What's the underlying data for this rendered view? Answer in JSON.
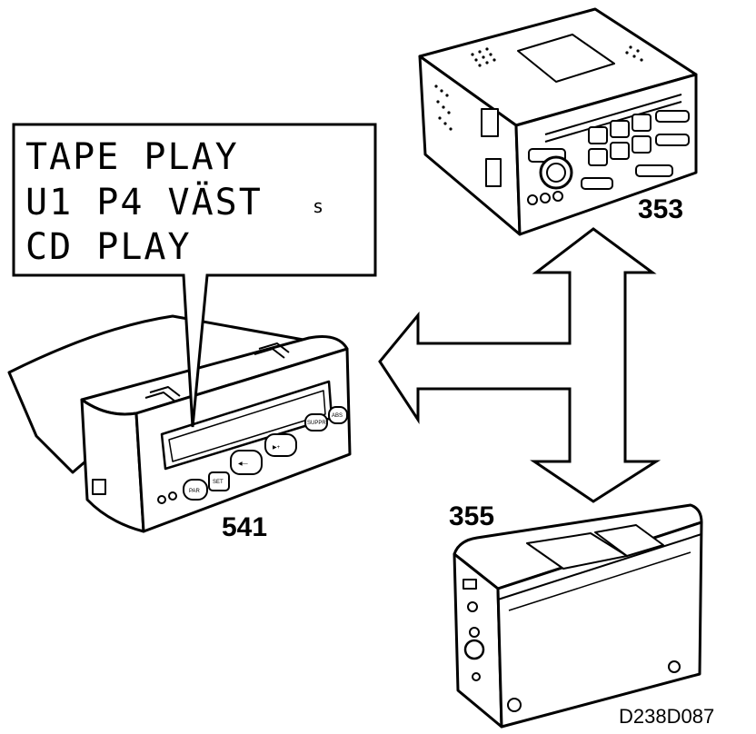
{
  "display": {
    "line1": "TAPE PLAY",
    "line2": "U1 P4 VÄST",
    "line2_suffix": "s",
    "line3": "CD PLAY"
  },
  "labels": {
    "display_unit": "541",
    "radio_unit": "353",
    "cd_changer": "355",
    "figure_code": "D238D087"
  },
  "display_buttons": {
    "btn1": "PAR",
    "btn2": "SET",
    "btn3": "◀—",
    "btn4": "▶+",
    "btn5": "SUPPR",
    "btn6": "ABS"
  },
  "colors": {
    "ink": "#000000",
    "paper": "#ffffff"
  }
}
